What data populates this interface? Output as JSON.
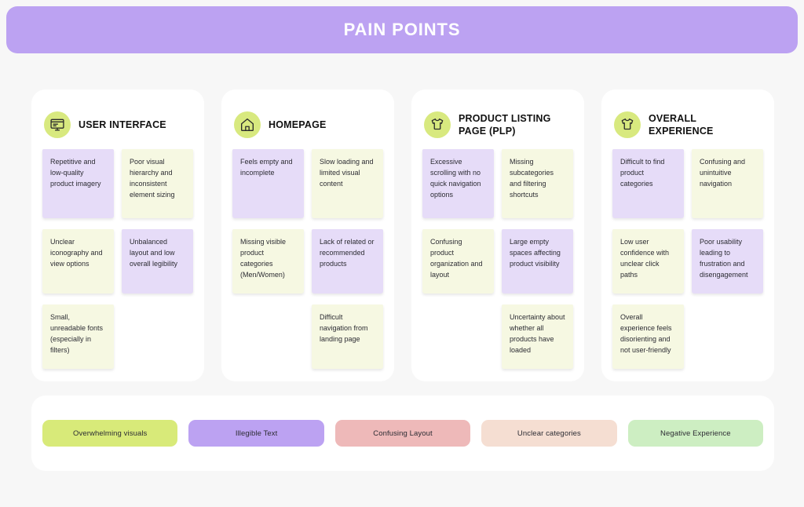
{
  "header": {
    "title": "PAIN POINTS",
    "background_color": "#bca2f2",
    "text_color": "#ffffff"
  },
  "canvas": {
    "background_color": "#f7f7f7",
    "card_color": "#ffffff"
  },
  "note_colors": {
    "purple": "#e6dcf8",
    "cream": "#f6f8e2"
  },
  "icon_circle_color": "#d8e97f",
  "columns": [
    {
      "title": "USER INTERFACE",
      "icon": "monitor-icon",
      "notes": [
        {
          "text": "Repetitive and low-quality product imagery",
          "color": "purple"
        },
        {
          "text": "Poor visual hierarchy and inconsistent element sizing",
          "color": "cream"
        },
        {
          "text": "Unclear iconography and view options",
          "color": "cream"
        },
        {
          "text": "Unbalanced layout and low overall legibility",
          "color": "purple"
        },
        {
          "text": "Small, unreadable fonts (especially in filters)",
          "color": "cream"
        },
        {
          "text": "",
          "color": "empty"
        }
      ]
    },
    {
      "title": "HOMEPAGE",
      "icon": "home-icon",
      "notes": [
        {
          "text": "Feels empty and incomplete",
          "color": "purple"
        },
        {
          "text": "Slow loading and limited visual content",
          "color": "cream"
        },
        {
          "text": "Missing visible product categories (Men/Women)",
          "color": "cream"
        },
        {
          "text": "Lack of related or recommended products",
          "color": "purple"
        },
        {
          "text": "",
          "color": "empty"
        },
        {
          "text": "Difficult navigation from landing page",
          "color": "cream"
        }
      ]
    },
    {
      "title": "PRODUCT LISTING PAGE (PLP)",
      "icon": "tshirt-icon",
      "notes": [
        {
          "text": "Excessive scrolling with no quick navigation options",
          "color": "purple"
        },
        {
          "text": "Missing subcategories and filtering shortcuts",
          "color": "cream"
        },
        {
          "text": "Confusing product organization and layout",
          "color": "cream"
        },
        {
          "text": "Large empty spaces affecting product visibility",
          "color": "purple"
        },
        {
          "text": "",
          "color": "empty"
        },
        {
          "text": "Uncertainty about whether all products have loaded",
          "color": "cream"
        }
      ]
    },
    {
      "title": "OVERALL EXPERIENCE",
      "icon": "tshirt-icon",
      "notes": [
        {
          "text": "Difficult to find product categories",
          "color": "purple"
        },
        {
          "text": "Confusing and unintuitive navigation",
          "color": "cream"
        },
        {
          "text": "Low user confidence with unclear click paths",
          "color": "cream"
        },
        {
          "text": "Poor usability leading to frustration and disengagement",
          "color": "purple"
        },
        {
          "text": "Overall experience feels disorienting and not user-friendly",
          "color": "cream"
        },
        {
          "text": "",
          "color": "empty"
        }
      ]
    }
  ],
  "legend": [
    {
      "label": "Overwhelming visuals",
      "color": "#d8ea79"
    },
    {
      "label": "Illegible Text",
      "color": "#bca2f2"
    },
    {
      "label": "Confusing Layout",
      "color": "#eeb9b9"
    },
    {
      "label": "Unclear categories",
      "color": "#f5ded2"
    },
    {
      "label": "Negative Experience",
      "color": "#cdeec2"
    }
  ]
}
